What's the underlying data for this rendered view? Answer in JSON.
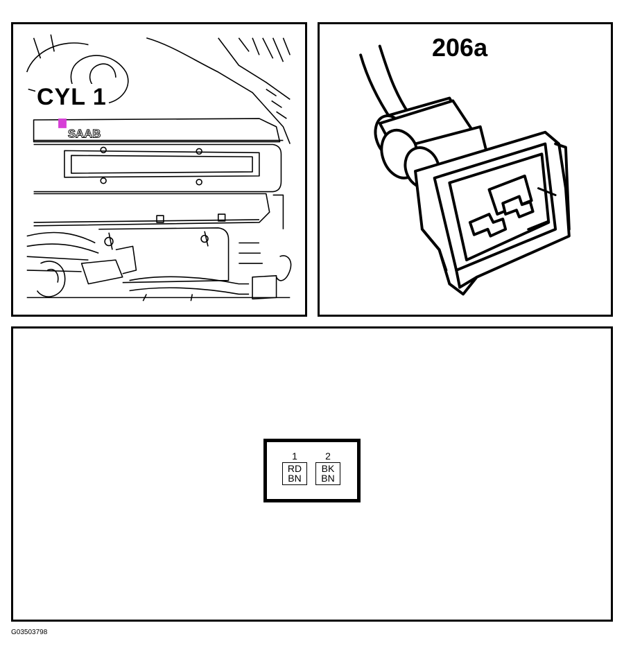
{
  "engine_view": {
    "cylinder_label": "CYL 1",
    "logo_text": "SAAB",
    "colors": {
      "highlight": "#d63fd6"
    }
  },
  "connector_view": {
    "connector_id": "206a"
  },
  "pinout": {
    "pins": [
      {
        "number": "1",
        "wire_color": "RD",
        "stripe_color": "BN"
      },
      {
        "number": "2",
        "wire_color": "BK",
        "stripe_color": "BN"
      }
    ]
  },
  "figure_code": "G03503798"
}
